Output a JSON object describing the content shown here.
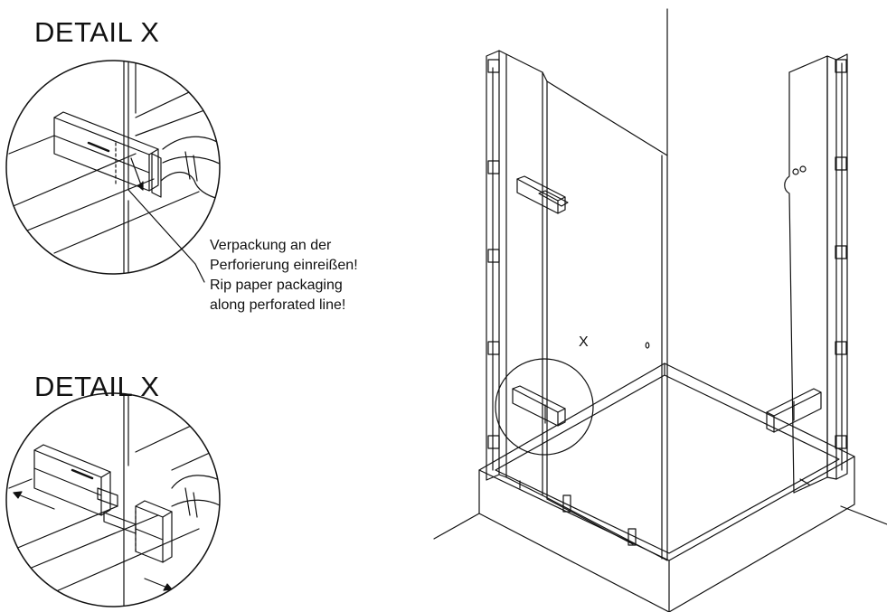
{
  "detail_top": {
    "title": "DETAIL X"
  },
  "detail_bottom": {
    "title": "DETAIL X"
  },
  "instruction": {
    "lines": [
      "Verpackung an der",
      "Perforierung einreißen!",
      "Rip paper packaging",
      "along perforated line!"
    ]
  },
  "callout_label": "X",
  "colors": {
    "line": "#111111",
    "background": "#ffffff"
  }
}
